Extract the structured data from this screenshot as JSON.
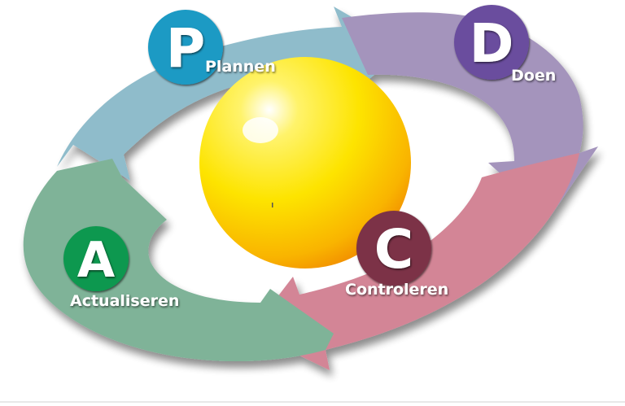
{
  "cycle": {
    "plan": {
      "letter": "P",
      "label": "Plannen",
      "arrow_color": "#8fbccb",
      "badge_color": "#1a9ac4"
    },
    "do": {
      "letter": "D",
      "label": "Doen",
      "arrow_color": "#a494bc",
      "badge_color": "#6a4d9e"
    },
    "check": {
      "letter": "C",
      "label": "Controleren",
      "arrow_color": "#d38596",
      "badge_color": "#7b3147"
    },
    "act": {
      "letter": "A",
      "label": "Actualiseren",
      "arrow_color": "#7fb398",
      "badge_color": "#109850"
    }
  },
  "center": {
    "color": "#f9c800"
  }
}
